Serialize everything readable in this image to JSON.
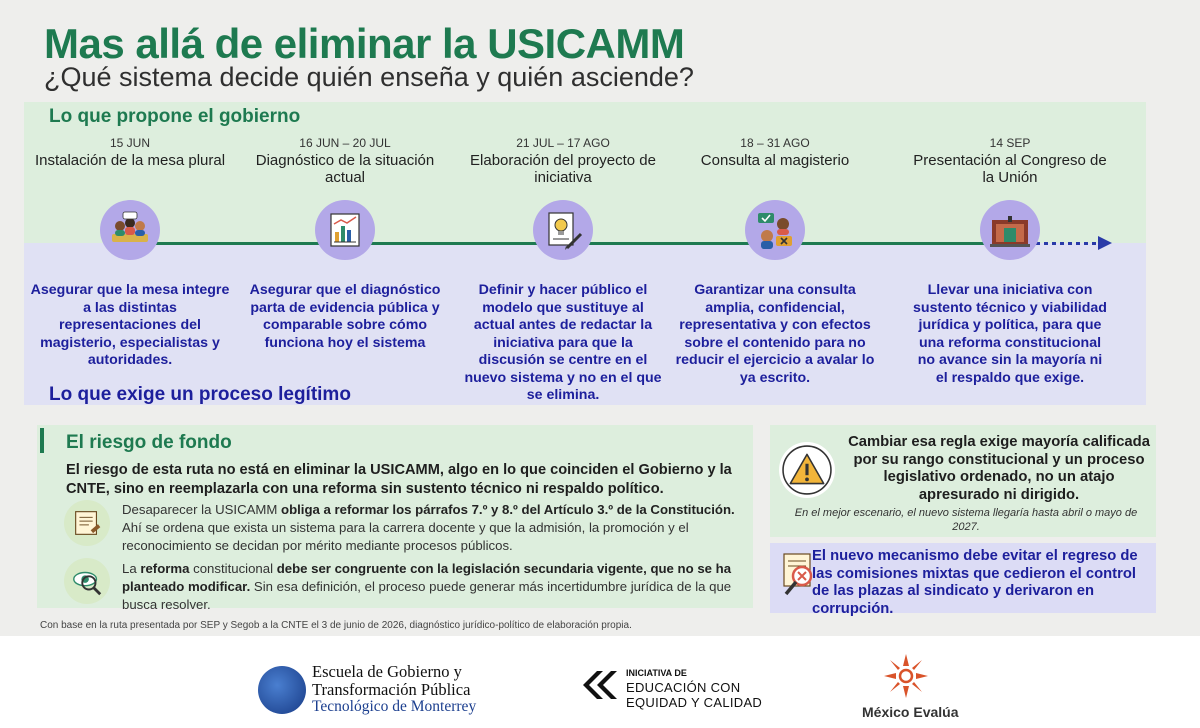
{
  "header": {
    "title": "Mas allá de eliminar la USICAMM",
    "subtitle": "¿Qué sistema decide quién enseña y quién asciende?"
  },
  "timeline": {
    "gov_heading": "Lo que propone el gobierno",
    "legit_heading": "Lo que exige un proceso legítimo",
    "steps": [
      {
        "date": "15 JUN",
        "title": "Instalación de la mesa plural",
        "requirement": "Asegurar que la mesa integre a las distintas representaciones del magisterio, especialistas y autoridades.",
        "icon": "meeting-table-icon"
      },
      {
        "date": "16 JUN – 20 JUL",
        "title": "Diagnóstico de la situación actual",
        "requirement": "Asegurar que el diagnóstico parta de evidencia pública y comparable sobre cómo funciona hoy el sistema",
        "icon": "diagnosis-chart-icon"
      },
      {
        "date": "21 JUL – 17 AGO",
        "title": "Elaboración del proyecto de iniciativa",
        "requirement": "Definir y hacer público el modelo que sustituye al actual antes de redactar la iniciativa para que la discusión se centre en el nuevo sistema y no en el que se elimina.",
        "icon": "document-idea-icon"
      },
      {
        "date": "18 – 31 AGO",
        "title": "Consulta al magisterio",
        "requirement": "Garantizar una consulta amplia, confidencial, representativa y con efectos sobre el contenido para no reducir el ejercicio a avalar lo ya escrito.",
        "icon": "consultation-icon"
      },
      {
        "date": "14 SEP",
        "title": "Presentación al Congreso de la Unión",
        "requirement": "Llevar una iniciativa con sustento técnico y viabilidad jurídica y política, para que una reforma constitucional no avance sin la mayoría ni el respaldo que exige.",
        "icon": "congress-building-icon"
      }
    ]
  },
  "risk": {
    "heading": "El riesgo de fondo",
    "main": "El riesgo de esta ruta no está en eliminar la USICAMM, algo en lo que coinciden el Gobierno y la CNTE, sino en reemplazarla con una reforma sin sustento técnico ni respaldo político.",
    "p1": {
      "pre": "Desaparecer la USICAMM ",
      "bold": "obliga a reformar los párrafos 7.º y 8.º del Artículo 3.º de la Constitución.",
      "post": " Ahí se ordena que exista un sistema para la carrera docente y que la admisión, la promoción y el reconocimiento se decidan por mérito mediante procesos públicos."
    },
    "p2": {
      "pre": "La ",
      "bold1": "reforma",
      "mid": " constitucional ",
      "bold2": "debe ser congruente con la legislación secundaria vigente, que no se ha planteado modificar.",
      "post": " Sin esa definición, el proceso puede generar más incertidumbre jurídica de la que busca resolver."
    }
  },
  "right_panel": {
    "main": "Cambiar esa regla exige mayoría calificada por su rango constitucional y un proceso legislativo ordenado, no un atajo apresurado ni dirigido.",
    "note": "En el mejor escenario, el nuevo sistema llegaría hasta abril o mayo de 2027.",
    "bottom": "El nuevo mecanismo debe evitar el regreso de las comisiones mixtas que cedieron el control de las plazas al sindicato y derivaron en corrupción."
  },
  "source_note": "Con base en la ruta presentada por SEP y Segob a la CNTE el 3 de junio de 2026, diagnóstico jurídico-político de elaboración propia.",
  "footer": {
    "itesm": [
      "Escuela de Gobierno y",
      "Transformación Pública",
      "Tecnológico de Monterrey"
    ],
    "iec": [
      "INICIATIVA DE",
      "EDUCACIÓN CON",
      "EQUIDAD Y CALIDAD"
    ],
    "mev": "México Evalúa"
  },
  "colors": {
    "accent_green": "#1e7a50",
    "accent_blue": "#1d1f9c",
    "green_band": "#ddeedd",
    "purple_band": "#e0e1f4",
    "circle_purple": "#b3a8e8"
  }
}
